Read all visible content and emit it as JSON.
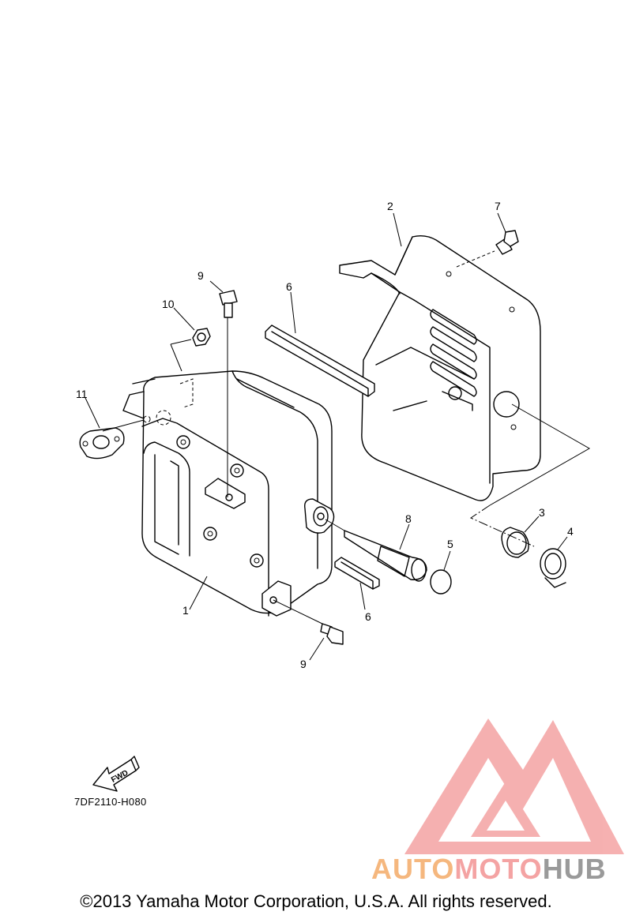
{
  "diagram": {
    "callouts": [
      "1",
      "2",
      "3",
      "4",
      "5",
      "6",
      "6",
      "7",
      "8",
      "9",
      "9",
      "10",
      "11"
    ],
    "fwd_label": "FWD",
    "drawing_code": "7DF2110-H080",
    "copyright": "©2013 Yamaha Motor Corporation, U.S.A. All rights reserved."
  },
  "watermark": {
    "part1": "AUTO",
    "part2": "MOTO",
    "part3": "HUB",
    "colors": {
      "orange": "#f5b77e",
      "red": "#f4a3a3",
      "gray": "#9a9a9a"
    }
  }
}
